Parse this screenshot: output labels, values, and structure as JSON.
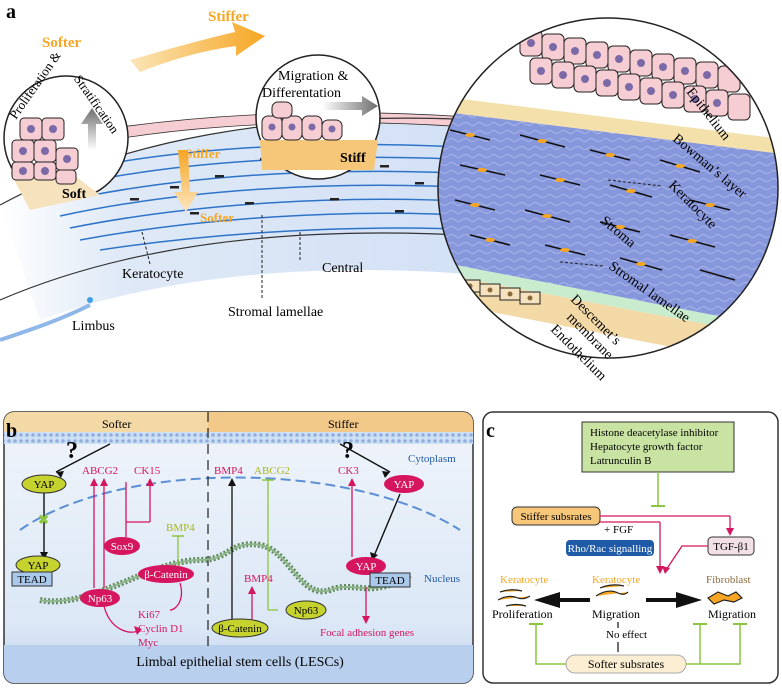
{
  "panel_a": {
    "label": "a",
    "softer_top": "Softer",
    "stiffer_top": "Stiffer",
    "proliferation": "Proliferation &",
    "stratification": "Stratification",
    "soft": "Soft",
    "migration": "Migration &",
    "differentiation": "Differentation",
    "stiff": "Stiff",
    "stiffer_mid": "Stiffer",
    "softer_mid": "Softer",
    "keratocyte": "Keratocyte",
    "central": "Central",
    "stromal_lamellae": "Stromal lamellae",
    "limbus": "Limbus",
    "zoom_labels": {
      "epithelium": "Epithelium",
      "bowmans": "Bowman’s layer",
      "keratocyte": "Keratocyte",
      "stroma": "Stroma",
      "stromal_lamellae": "Stromal lamellae",
      "descemets_1": "Descemet’s",
      "descemets_2": "membrane",
      "endothelium": "Endothelium"
    }
  },
  "panel_b": {
    "label": "b",
    "softer": "Softer",
    "stiffer": "Stiffer",
    "cytoplasm": "Cytoplasm",
    "nucleus": "Nucleus",
    "footer": "Limbal epithelial stem cells (LESCs)",
    "left": {
      "question": "?",
      "yap": "YAP",
      "yap_nuc": "YAP",
      "tead": "TEAD",
      "abcg2": "ABCG2",
      "ck15": "CK15",
      "sox9": "Sox9",
      "bmp4": "BMP4",
      "beta_catenin": "β-Catenin",
      "np63": "Np63",
      "ki67": "Ki67",
      "cyclin": "Cyclin D1",
      "myc": "Myc",
      "block": "✖"
    },
    "right": {
      "question": "?",
      "bmp4_top": "BMP4",
      "abcg2": "ABCG2",
      "ck3": "CK3",
      "yap": "YAP",
      "yap_nuc": "YAP",
      "tead": "TEAD",
      "bmp4_mid": "BMP4",
      "np63": "Np63",
      "beta_catenin": "β-Catenin",
      "focal": "Focal adhesion genes"
    }
  },
  "panel_c": {
    "label": "c",
    "inhibitors": [
      "Histone deacetylase inhibitor",
      "Hepatocyte growth factor",
      "Latrunculin B"
    ],
    "stiffer_substrates": "Stiffer subsrates",
    "fgf": "+ FGF",
    "rho": "Rho/Rac signalling",
    "tgf": "TGF-β1",
    "keratocyte_1": "Keratocyte",
    "keratocyte_2": "Keratocyte",
    "fibroblast": "Fibroblast",
    "proliferation": "Proliferation",
    "migration_1": "Migration",
    "migration_2": "Migration",
    "no_effect": "No effect",
    "softer_substrates": "Softer subsrates"
  },
  "colors": {
    "orange": "#f6a623",
    "magenta": "#d6155f",
    "green_box": "#c9e3a3",
    "green_line": "#8cc53f",
    "blue_layer": "#8a9be0",
    "dark_blue": "#1f5aa8",
    "tan": "#f3d9a6"
  }
}
